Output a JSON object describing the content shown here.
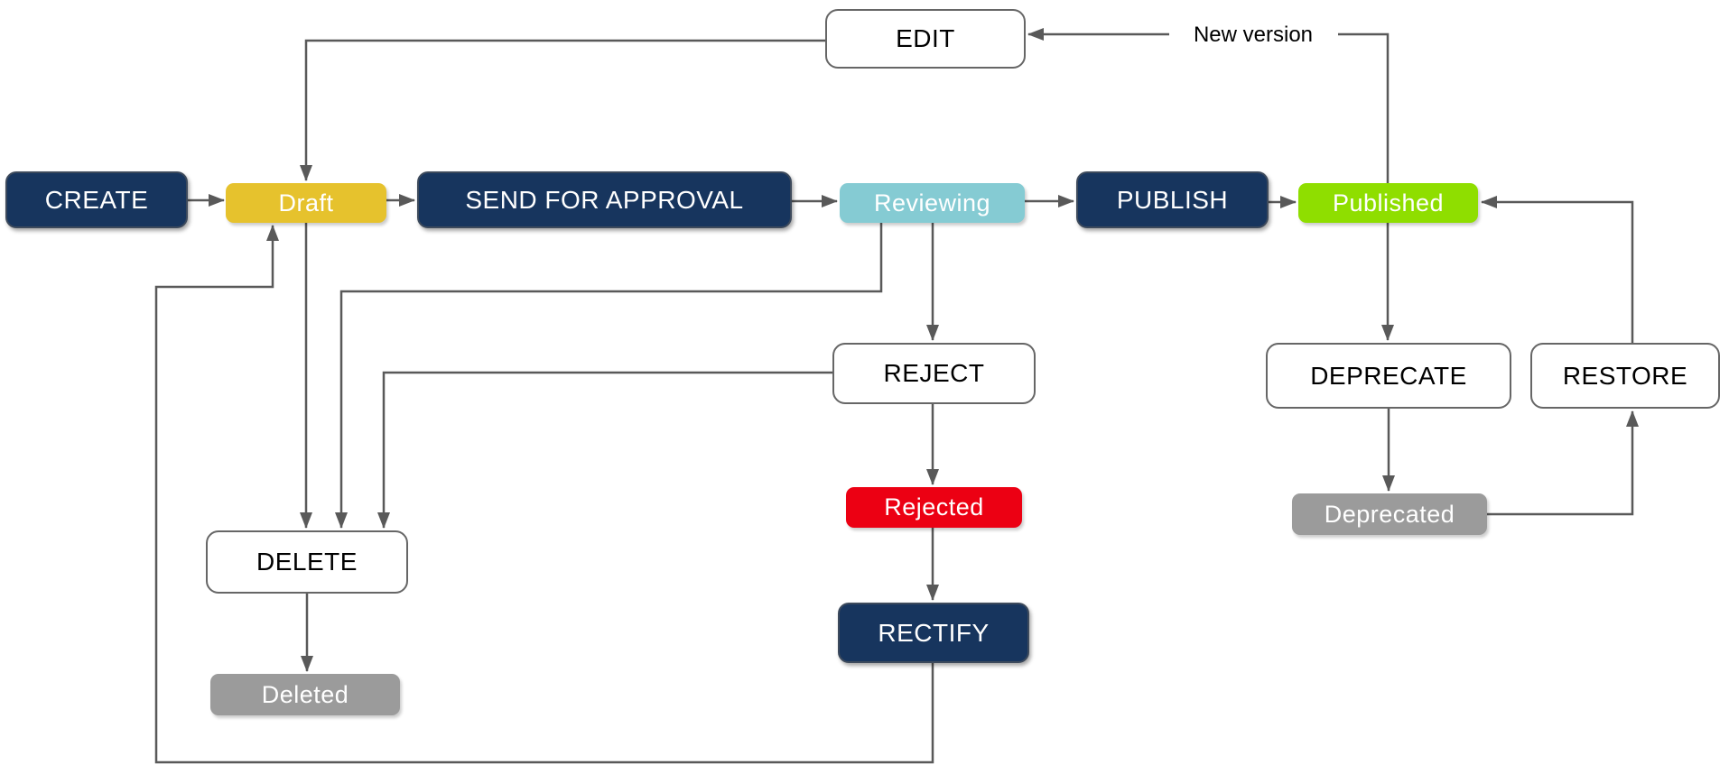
{
  "flow": {
    "nodes": {
      "create": {
        "label": "CREATE",
        "kind": "action",
        "color": "navy"
      },
      "draft": {
        "label": "Draft",
        "kind": "state",
        "color": "yellow"
      },
      "send_for_approval": {
        "label": "SEND FOR APPROVAL",
        "kind": "action",
        "color": "navy"
      },
      "reviewing": {
        "label": "Reviewing",
        "kind": "state",
        "color": "teal"
      },
      "publish": {
        "label": "PUBLISH",
        "kind": "action",
        "color": "navy"
      },
      "published": {
        "label": "Published",
        "kind": "state",
        "color": "green"
      },
      "edit": {
        "label": "EDIT",
        "kind": "action",
        "color": "white"
      },
      "reject": {
        "label": "REJECT",
        "kind": "action",
        "color": "white"
      },
      "rejected": {
        "label": "Rejected",
        "kind": "state",
        "color": "red"
      },
      "rectify": {
        "label": "RECTIFY",
        "kind": "action",
        "color": "navy"
      },
      "delete": {
        "label": "DELETE",
        "kind": "action",
        "color": "white"
      },
      "deleted": {
        "label": "Deleted",
        "kind": "state",
        "color": "gray"
      },
      "deprecate": {
        "label": "DEPRECATE",
        "kind": "action",
        "color": "white"
      },
      "deprecated": {
        "label": "Deprecated",
        "kind": "state",
        "color": "gray"
      },
      "restore": {
        "label": "RESTORE",
        "kind": "action",
        "color": "white"
      }
    },
    "edge_labels": {
      "new_version": "New version"
    },
    "colors": {
      "navy": "#17355E",
      "yellow": "#E6C22D",
      "teal": "#85CBD3",
      "green": "#8FDE00",
      "red": "#EC0013",
      "gray": "#9B9B9B",
      "edge": "#595959",
      "border": "#666666"
    }
  }
}
